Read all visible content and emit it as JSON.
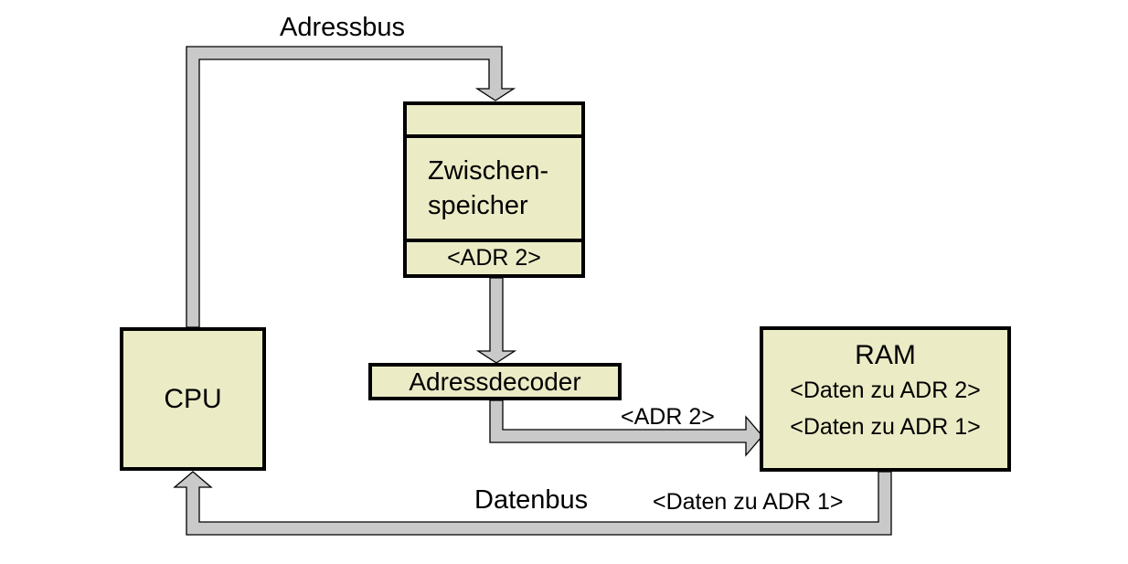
{
  "colors": {
    "bg": "#ffffff",
    "box-fill": "#ebebc6",
    "bus-fill": "#c9c9c9",
    "line": "#000000",
    "text": "#000000"
  },
  "buses": {
    "adressbus_label": "Adressbus",
    "datenbus_label": "Datenbus",
    "adr2_value_label": "<ADR 2>",
    "daten_zu_adr1_value_label": "<Daten zu ADR 1>"
  },
  "nodes": {
    "cpu": {
      "label": "CPU"
    },
    "zwischenspeicher": {
      "line1": "Zwischen-",
      "line2": "speicher",
      "register_value": "<ADR 2>"
    },
    "adressdecoder": {
      "label": "Adressdecoder"
    },
    "ram": {
      "title": "RAM",
      "row1": "<Daten zu ADR 2>",
      "row2": "<Daten zu ADR 1>"
    }
  }
}
